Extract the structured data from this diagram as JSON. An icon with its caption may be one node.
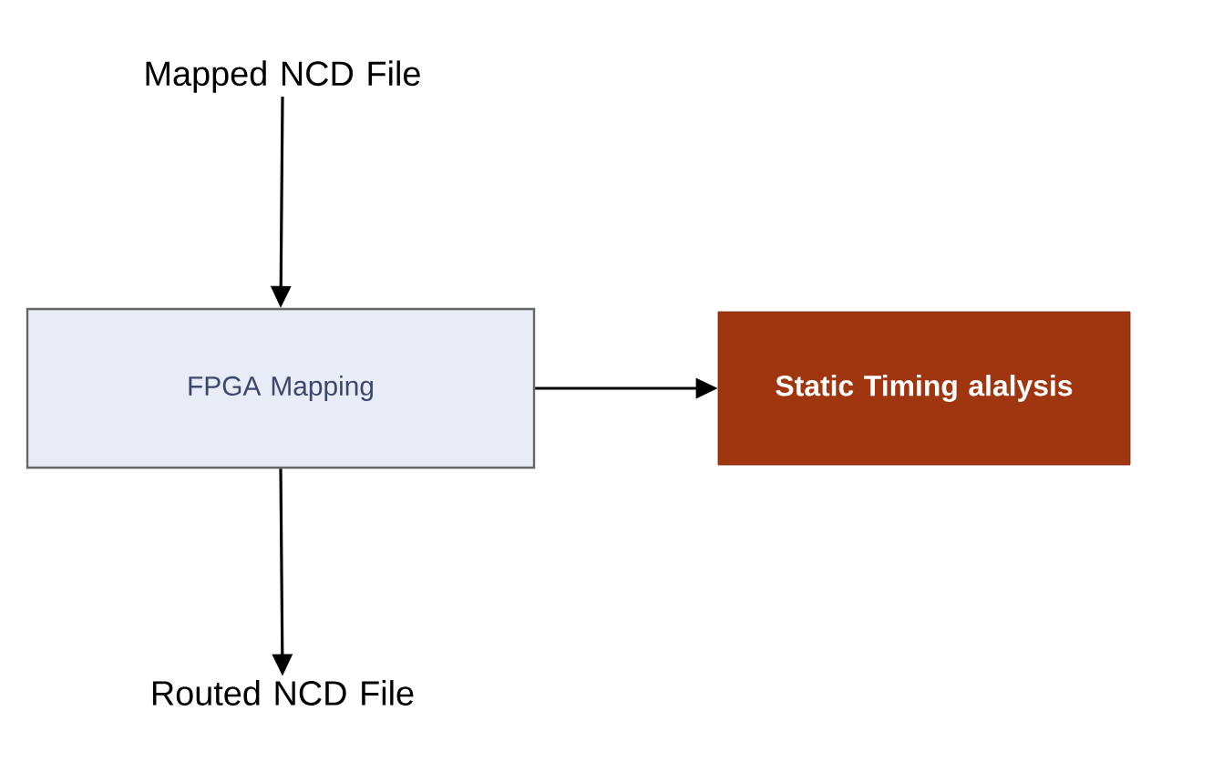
{
  "diagram": {
    "nodes": [
      {
        "text": [
          "Mapped NCD File"
        ]
      },
      {
        "text": [
          "FPGA Mapping"
        ]
      },
      {
        "text": [
          "Static Timing alalysis"
        ]
      },
      {
        "text": [
          "Routed NCD File"
        ]
      }
    ],
    "edges": [
      {
        "from": 0,
        "to": 1,
        "arrow": "to"
      },
      {
        "from": 1,
        "to": 2,
        "arrow": "to"
      },
      {
        "from": 1,
        "to": 3,
        "arrow": "to"
      }
    ]
  }
}
